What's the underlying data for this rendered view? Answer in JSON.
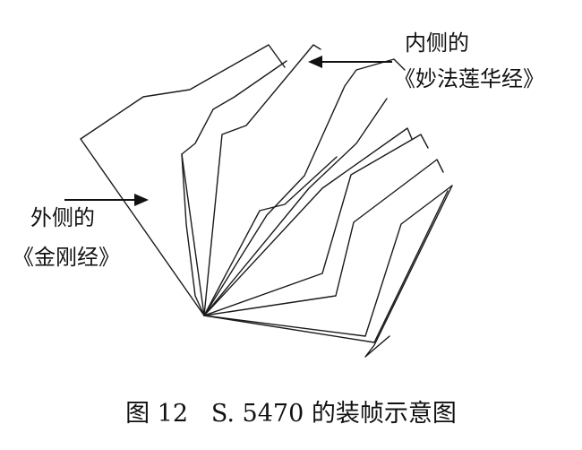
{
  "labels": {
    "inner_line1": "内侧的",
    "inner_line2": "《妙法莲华经》",
    "outer_line1": "外侧的",
    "outer_line2": "《金刚经》"
  },
  "caption": "图 12   S. 5470 的装帧示意图",
  "colors": {
    "line": "#1a1a1a",
    "background": "#ffffff"
  }
}
